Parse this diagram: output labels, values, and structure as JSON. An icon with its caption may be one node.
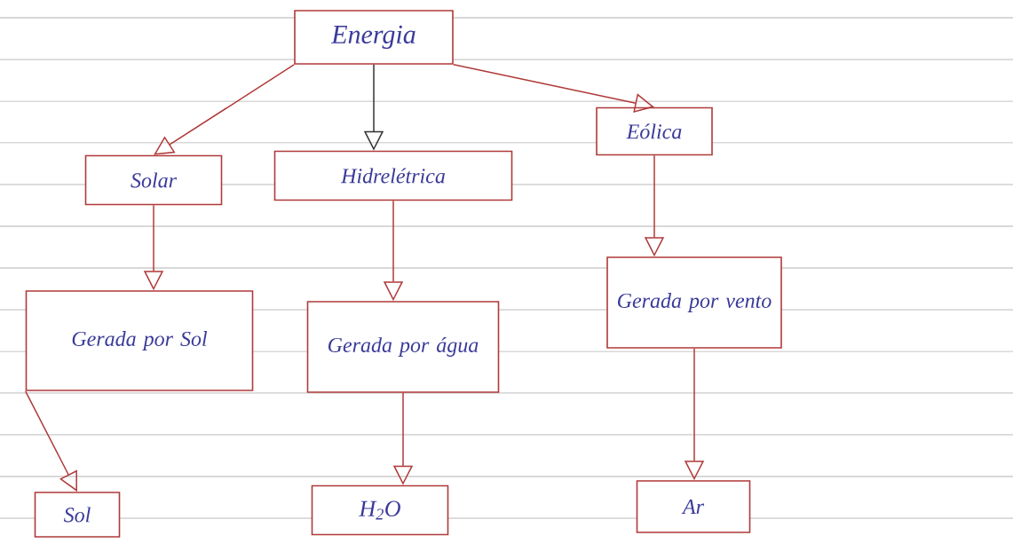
{
  "diagram": {
    "nodes": [
      {
        "text": [
          "Energia"
        ]
      },
      {
        "text": [
          "Solar"
        ]
      },
      {
        "text": [
          "Hidrelétrica"
        ]
      },
      {
        "text": [
          "Eólica"
        ]
      },
      {
        "text": [
          "Gerada por Sol"
        ]
      },
      {
        "text": [
          "Gerada por água"
        ]
      },
      {
        "text": [
          "Gerada por vento"
        ]
      },
      {
        "text": [
          "Sol"
        ]
      },
      {
        "text": [
          "H$_{2}$O"
        ]
      },
      {
        "text": [
          "Ar"
        ]
      }
    ],
    "edges": [
      {
        "from": 0,
        "to": 1,
        "arrow": "to"
      },
      {
        "from": 0,
        "to": 2,
        "arrow": "to",
        "color": "#333333"
      },
      {
        "from": 0,
        "to": 3,
        "arrow": "to"
      },
      {
        "from": 1,
        "to": 4,
        "arrow": "to"
      },
      {
        "from": 2,
        "to": 5,
        "arrow": "to"
      },
      {
        "from": 3,
        "to": 6,
        "arrow": "to"
      },
      {
        "from": 4,
        "to": 7,
        "arrow": "to"
      },
      {
        "from": 5,
        "to": 8,
        "arrow": "to"
      },
      {
        "from": 6,
        "to": 9,
        "arrow": "to"
      }
    ]
  }
}
